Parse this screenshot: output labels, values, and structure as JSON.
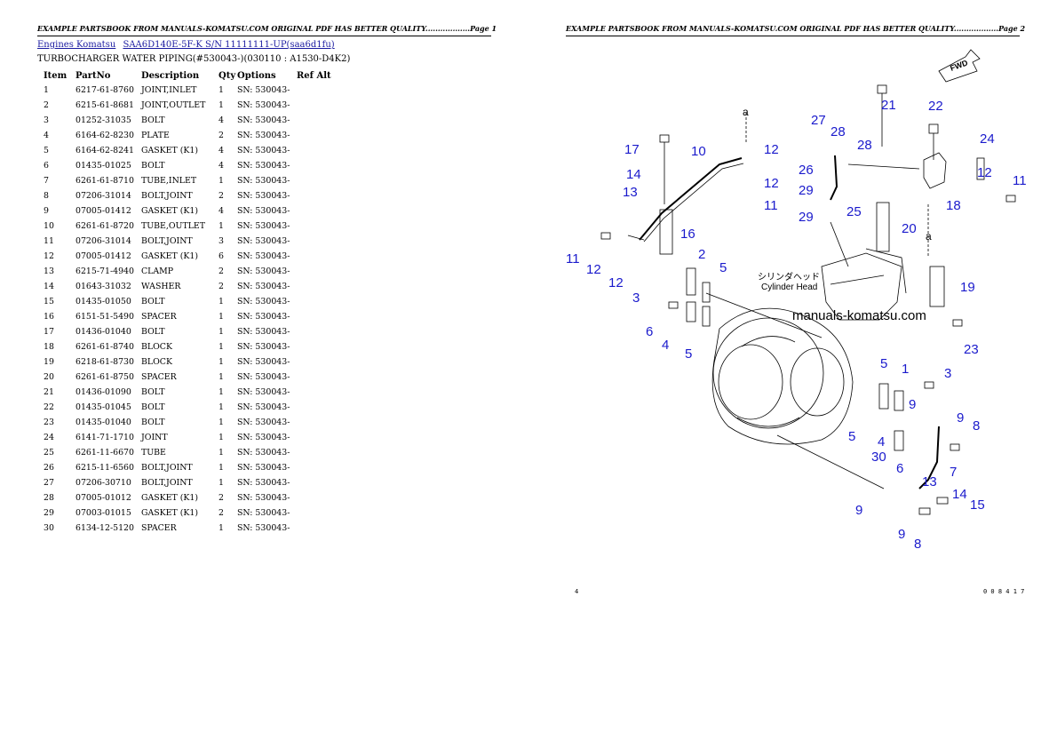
{
  "left": {
    "header": "EXAMPLE PARTSBOOK FROM MANUALS-KOMATSU.COM ORIGINAL PDF HAS BETTER QUALITY..................Page 1",
    "breadcrumb": {
      "link1": "Engines Komatsu",
      "link2": "SAA6D140E-5F-K S/N 11111111-UP(saa6d1fu)"
    },
    "subtitle": "TURBOCHARGER WATER PIPING(#530043-)(030110 : A1530-D4K2)",
    "table": {
      "headers": [
        "Item",
        "PartNo",
        "Description",
        "Qty",
        "Options",
        "Ref Alt"
      ],
      "rows": [
        [
          "1",
          "6217-61-8760",
          "JOINT,INLET",
          "1",
          "SN: 530043-",
          ""
        ],
        [
          "2",
          "6215-61-8681",
          "JOINT,OUTLET",
          "1",
          "SN: 530043-",
          ""
        ],
        [
          "3",
          "01252-31035",
          "BOLT",
          "4",
          "SN: 530043-",
          ""
        ],
        [
          "4",
          "6164-62-8230",
          "PLATE",
          "2",
          "SN: 530043-",
          ""
        ],
        [
          "5",
          "6164-62-8241",
          "GASKET (K1)",
          "4",
          "SN: 530043-",
          ""
        ],
        [
          "6",
          "01435-01025",
          "BOLT",
          "4",
          "SN: 530043-",
          ""
        ],
        [
          "7",
          "6261-61-8710",
          "TUBE,INLET",
          "1",
          "SN: 530043-",
          ""
        ],
        [
          "8",
          "07206-31014",
          "BOLT,JOINT",
          "2",
          "SN: 530043-",
          ""
        ],
        [
          "9",
          "07005-01412",
          "GASKET (K1)",
          "4",
          "SN: 530043-",
          ""
        ],
        [
          "10",
          "6261-61-8720",
          "TUBE,OUTLET",
          "1",
          "SN: 530043-",
          ""
        ],
        [
          "11",
          "07206-31014",
          "BOLT,JOINT",
          "3",
          "SN: 530043-",
          ""
        ],
        [
          "12",
          "07005-01412",
          "GASKET (K1)",
          "6",
          "SN: 530043-",
          ""
        ],
        [
          "13",
          "6215-71-4940",
          "CLAMP",
          "2",
          "SN: 530043-",
          ""
        ],
        [
          "14",
          "01643-31032",
          "WASHER",
          "2",
          "SN: 530043-",
          ""
        ],
        [
          "15",
          "01435-01050",
          "BOLT",
          "1",
          "SN: 530043-",
          ""
        ],
        [
          "16",
          "6151-51-5490",
          "SPACER",
          "1",
          "SN: 530043-",
          ""
        ],
        [
          "17",
          "01436-01040",
          "BOLT",
          "1",
          "SN: 530043-",
          ""
        ],
        [
          "18",
          "6261-61-8740",
          "BLOCK",
          "1",
          "SN: 530043-",
          ""
        ],
        [
          "19",
          "6218-61-8730",
          "BLOCK",
          "1",
          "SN: 530043-",
          ""
        ],
        [
          "20",
          "6261-61-8750",
          "SPACER",
          "1",
          "SN: 530043-",
          ""
        ],
        [
          "21",
          "01436-01090",
          "BOLT",
          "1",
          "SN: 530043-",
          ""
        ],
        [
          "22",
          "01435-01045",
          "BOLT",
          "1",
          "SN: 530043-",
          ""
        ],
        [
          "23",
          "01435-01040",
          "BOLT",
          "1",
          "SN: 530043-",
          ""
        ],
        [
          "24",
          "6141-71-1710",
          "JOINT",
          "1",
          "SN: 530043-",
          ""
        ],
        [
          "25",
          "6261-11-6670",
          "TUBE",
          "1",
          "SN: 530043-",
          ""
        ],
        [
          "26",
          "6215-11-6560",
          "BOLT,JOINT",
          "1",
          "SN: 530043-",
          ""
        ],
        [
          "27",
          "07206-30710",
          "BOLT,JOINT",
          "1",
          "SN: 530043-",
          ""
        ],
        [
          "28",
          "07005-01012",
          "GASKET (K1)",
          "2",
          "SN: 530043-",
          ""
        ],
        [
          "29",
          "07003-01015",
          "GASKET (K1)",
          "2",
          "SN: 530043-",
          ""
        ],
        [
          "30",
          "6134-12-5120",
          "SPACER",
          "1",
          "SN: 530043-",
          ""
        ]
      ]
    }
  },
  "right": {
    "header": "EXAMPLE PARTSBOOK FROM MANUALS-KOMATSU.COM ORIGINAL PDF HAS BETTER QUALITY..................Page 2",
    "diagram": {
      "fwd_label": "FWD",
      "cylinder_head_jp": "シリンダヘッド",
      "cylinder_head_en": "Cylinder Head",
      "watermark": "manuals-komatsu.com",
      "arrow_label": "a",
      "callout_color": "#1a1acc",
      "callouts": [
        "21",
        "22",
        "27",
        "28",
        "28",
        "24",
        "17",
        "10",
        "12",
        "12",
        "12",
        "11",
        "11",
        "26",
        "14",
        "13",
        "29",
        "25",
        "29",
        "18",
        "20",
        "16",
        "11",
        "12",
        "12",
        "2",
        "5",
        "3",
        "6",
        "4",
        "5",
        "19",
        "23",
        "5",
        "1",
        "3",
        "9",
        "9",
        "8",
        "5",
        "4",
        "30",
        "6",
        "7",
        "13",
        "14",
        "15",
        "9",
        "9",
        "8"
      ]
    },
    "footer_left": "4",
    "footer_right": "0 0 8 4 1 7"
  }
}
